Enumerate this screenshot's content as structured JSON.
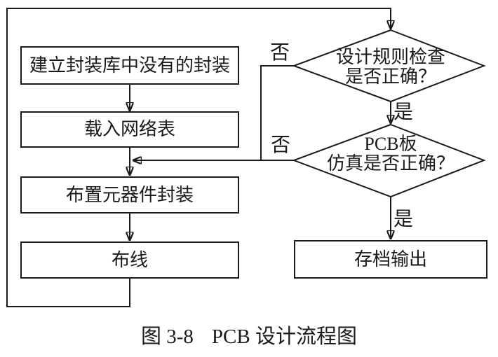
{
  "colors": {
    "ink": "#1a1a1a",
    "background": "#ffffff"
  },
  "flowchart": {
    "steps": [
      {
        "label": "建立封装库中没有的封装"
      },
      {
        "label": "载入网络表"
      },
      {
        "label": "布置元器件封装"
      },
      {
        "label": "布线"
      }
    ],
    "decisions": [
      {
        "line1": "设计规则检查",
        "line2": "是否正确？"
      },
      {
        "line1": "PCB板",
        "line2": "仿真是否正确？"
      }
    ],
    "output_step": {
      "label": "存档输出"
    },
    "branch_labels": {
      "drc_no": "否",
      "drc_yes": "是",
      "sim_no": "否",
      "sim_yes": "是"
    }
  },
  "caption": {
    "figure_number": "图 3-8",
    "title": "PCB 设计流程图"
  }
}
